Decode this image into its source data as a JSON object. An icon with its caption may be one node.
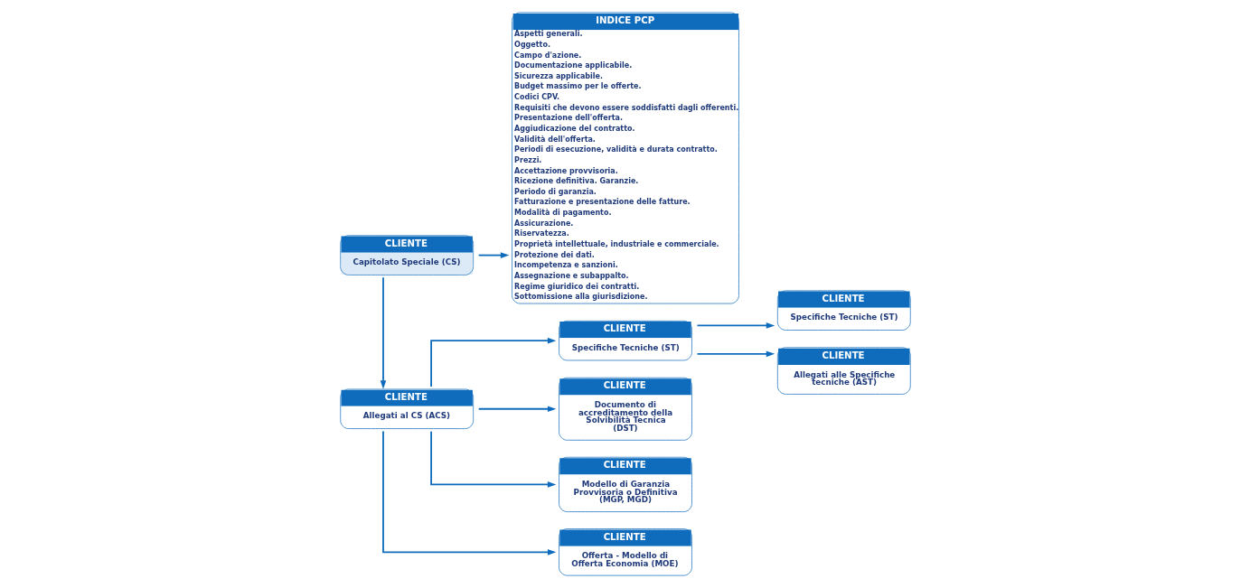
{
  "diagram": {
    "nodes": [
      {
        "text": [
          "CLIENTE",
          "Capitolato Speciale (CS)"
        ]
      },
      {
        "text": [
          "CLIENTE",
          "Allegati al CS (ACS)"
        ]
      },
      {
        "text": [
          "CLIENTE",
          "Specifiche Tecniche (ST)"
        ]
      },
      {
        "text": [
          "CLIENTE",
          "Documento di accreditamento della Solvibilità Tecnica (DST)"
        ]
      },
      {
        "text": [
          "CLIENTE",
          "Modello di Garanzia Provvisoria o Definitiva (MGP, MGD)"
        ]
      },
      {
        "text": [
          "CLIENTE",
          "Offerta - Modello di Offerta Economia (MOE)"
        ]
      },
      {
        "text": [
          "CLIENTE",
          "Specifiche Tecniche (ST)"
        ]
      },
      {
        "text": [
          "CLIENTE",
          "Allegati alle Specifiche tecniche (AST)"
        ]
      },
      {
        "text": [
          "INDICE PCP",
          "Aspetti generali.",
          "Oggetto.",
          "Campo d'azione.",
          "Documentazione applicabile.",
          "Sicurezza applicabile.",
          "Budget massimo per le offerte.",
          "Codici CPV.",
          "Requisiti che devono essere soddisfatti dagli offerenti.",
          "Presentazione dell'offerta.",
          "Aggiudicazione del contratto.",
          "Validità dell'offerta.",
          "Periodi di esecuzione, validità e durata contratto.",
          "Prezzi.",
          "Accettazione provvisoria.",
          "Ricezione definitiva. Garanzie.",
          "Periodo di garanzia.",
          "Fatturazione e presentazione delle fatture.",
          "Modalità di pagamento.",
          "Assicurazione.",
          "Riservatezza.",
          "Proprietà intellettuale, industriale e commerciale.",
          "Protezione dei dati.",
          "Incompetenza e sanzioni.",
          "Assegnazione e subappalto.",
          "Regime giuridico dei contratti.",
          "Sottomissione alla giurisdizione."
        ]
      }
    ],
    "edges": [
      {
        "from": 0,
        "to": 8,
        "arrow": "to"
      },
      {
        "from": 0,
        "to": 1,
        "arrow": "to"
      },
      {
        "from": 1,
        "to": 2,
        "arrow": "to"
      },
      {
        "from": 1,
        "to": 3,
        "arrow": "to"
      },
      {
        "from": 1,
        "to": 4,
        "arrow": "to"
      },
      {
        "from": 1,
        "to": 5,
        "arrow": "to"
      },
      {
        "from": 2,
        "to": 6,
        "arrow": "to"
      },
      {
        "from": 2,
        "to": 7,
        "arrow": "to"
      }
    ]
  }
}
